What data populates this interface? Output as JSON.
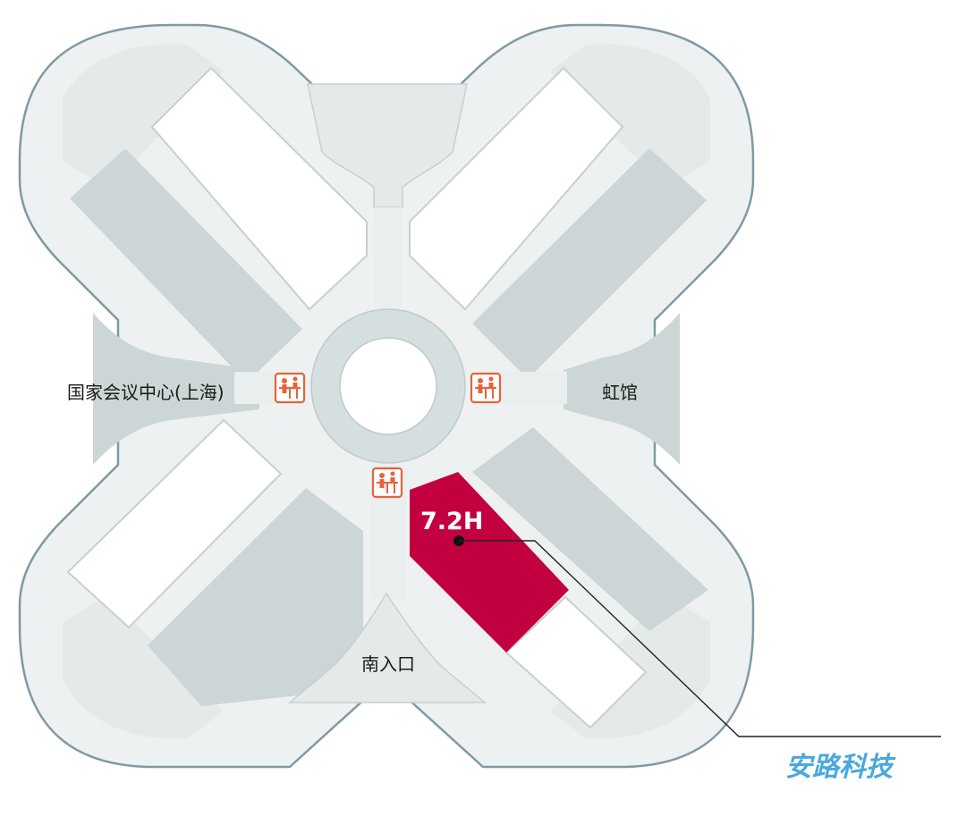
{
  "map": {
    "labels": {
      "west_entrance": "国家会议中心(上海)",
      "east_entrance": "虹馆",
      "south_entrance": "南入口"
    },
    "highlighted_hall": {
      "name": "7.2H",
      "color": "#c3003f"
    },
    "exhibitor": {
      "name": "安路科技",
      "color": "#4aa8dc"
    },
    "icons": [
      "service-desk-icon",
      "service-desk-icon",
      "service-desk-icon"
    ],
    "colors": {
      "outline": "#7f9aa2",
      "floor": "#edf1f1",
      "hall_gray": "#ccd6d6",
      "service_icon": "#e8623a",
      "leader_line": "#222222"
    }
  }
}
